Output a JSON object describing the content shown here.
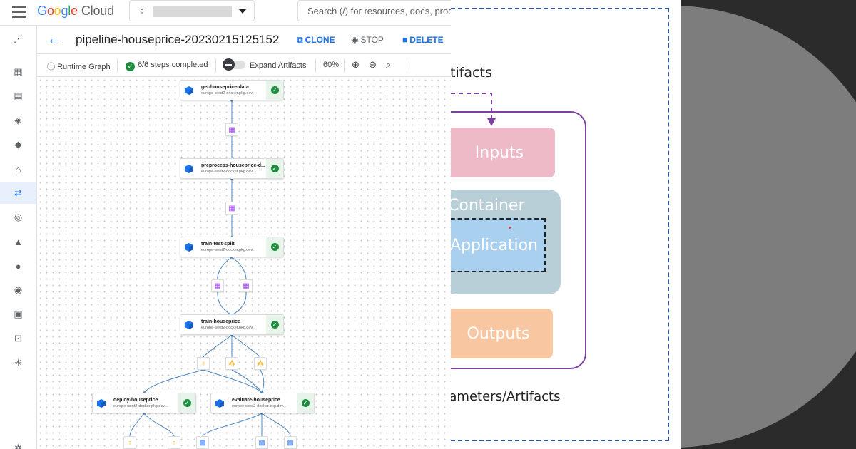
{
  "app": {
    "logo": "Google Cloud",
    "search_placeholder": "Search (/) for resources, docs, products"
  },
  "sidenav": {
    "icons": [
      "pipelines-logo-icon",
      "dashboard-icon",
      "datasets-icon",
      "feature-store-icon",
      "labels-icon",
      "workbench-icon",
      "pipelines-icon",
      "endpoints-icon",
      "experiments-icon",
      "models-icon",
      "streaming-icon",
      "training-icon",
      "matching-icon",
      "network-icon",
      "settings-icon"
    ],
    "active_index": 6
  },
  "header": {
    "title": "pipeline-houseprice-20230215125152",
    "clone_label": "CLONE",
    "stop_label": "STOP",
    "delete_label": "DELETE"
  },
  "toolbar": {
    "runtime_graph_label": "Runtime Graph",
    "steps_label": "6/6 steps completed",
    "expand_artifacts_label": "Expand Artifacts",
    "zoom_label": "60%"
  },
  "pipeline": {
    "nodes": [
      {
        "name": "get-houseprice-data",
        "image": "europe-west2-docker.pkg.dev..."
      },
      {
        "name": "preprocess-houseprice-d...",
        "image": "europe-west2-docker.pkg.dev..."
      },
      {
        "name": "train-test-split",
        "image": "europe-west2-docker.pkg.dev..."
      },
      {
        "name": "train-houseprice",
        "image": "europe-west2-docker.pkg.dev..."
      },
      {
        "name": "deploy-houseprice",
        "image": "europe-west2-docker.pkg.dev..."
      },
      {
        "name": "evaluate-houseprice",
        "image": "europe-west2-docker.pkg.dev..."
      }
    ],
    "status_color": "#1e8e3e"
  },
  "diagram": {
    "artifacts_top": "tifacts",
    "inputs": "Inputs",
    "container": "Container",
    "application": "Application",
    "outputs": "Outputs",
    "params_bottom": "rameters/Artifacts",
    "colors": {
      "inputs": "#eebac7",
      "container": "#b8cfd7",
      "application": "#aad0f0",
      "outputs": "#f8c7a2",
      "border": "#7e3fa0",
      "dash": "#2f5597"
    }
  }
}
